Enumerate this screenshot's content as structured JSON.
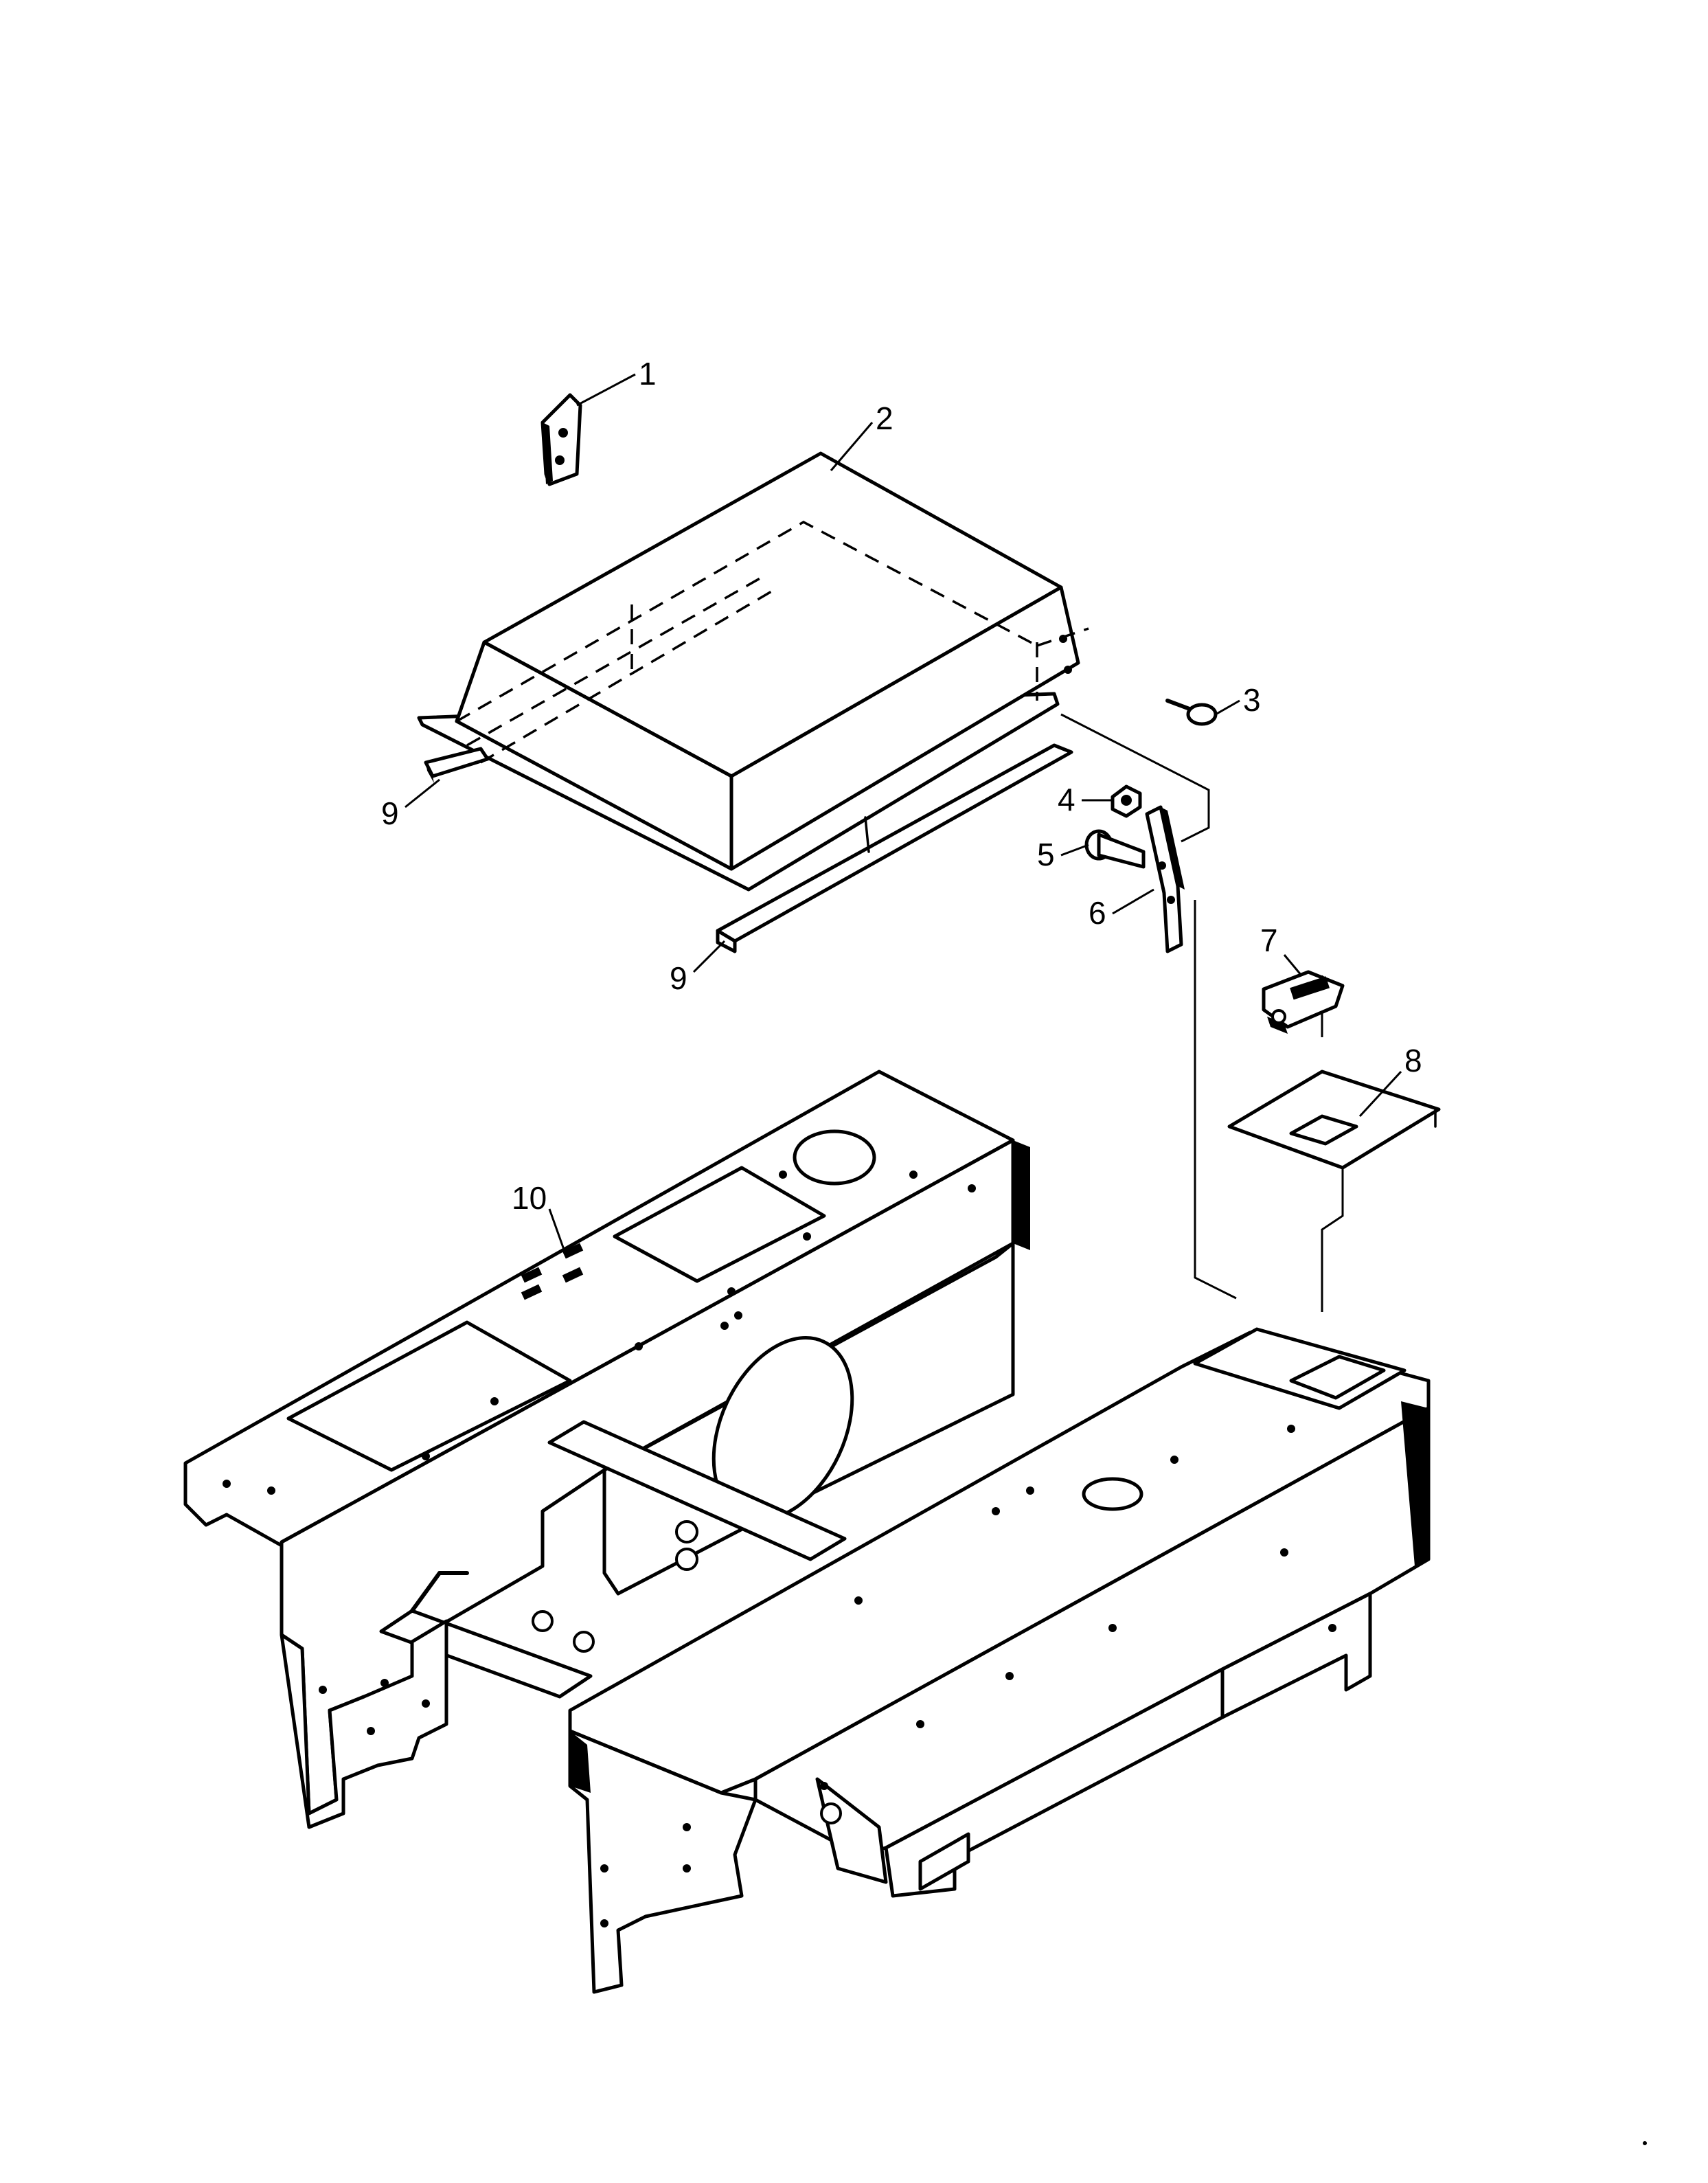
{
  "diagram": {
    "type": "exploded-parts-view",
    "callouts": [
      {
        "id": "1",
        "label": "1"
      },
      {
        "id": "2",
        "label": "2"
      },
      {
        "id": "3",
        "label": "3"
      },
      {
        "id": "4",
        "label": "4"
      },
      {
        "id": "5",
        "label": "5"
      },
      {
        "id": "6",
        "label": "6"
      },
      {
        "id": "7",
        "label": "7"
      },
      {
        "id": "8",
        "label": "8"
      },
      {
        "id": "9a",
        "label": "9"
      },
      {
        "id": "9b",
        "label": "9"
      },
      {
        "id": "10",
        "label": "10"
      }
    ]
  }
}
